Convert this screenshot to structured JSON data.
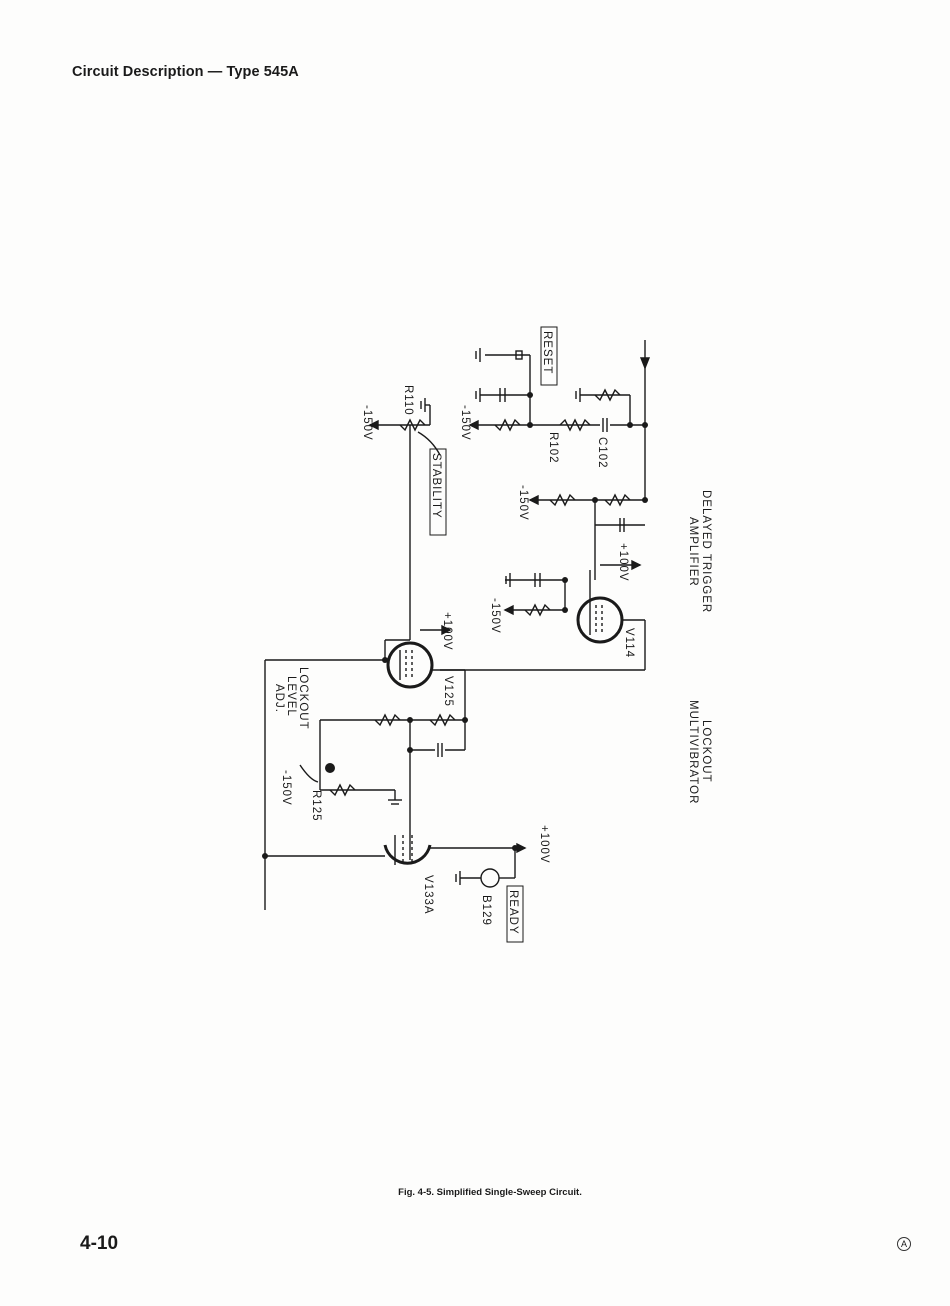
{
  "header": {
    "title": "Circuit Description — Type 545A"
  },
  "figure": {
    "caption": "Fig. 4-5. Simplified Single-Sweep Circuit.",
    "section_labels": {
      "delayed_line1": "DELAYED TRIGGER",
      "delayed_line2": "AMPLIFIER",
      "lockout_line1": "LOCKOUT",
      "lockout_line2": "MULTIVIBRATOR"
    },
    "components": {
      "reset": "RESET",
      "c102": "C102",
      "r102": "R102",
      "r110": "R110",
      "stability": "STABILITY",
      "v114": "V114",
      "v125": "V125",
      "r125": "R125",
      "v133a": "V133A",
      "b129": "B129",
      "ready": "READY",
      "lockout_adj_1": "LOCKOUT",
      "lockout_adj_2": "LEVEL",
      "lockout_adj_3": "ADJ."
    },
    "voltages": {
      "neg150_a": "-150V",
      "neg150_b": "-150V",
      "neg150_c": "-150V",
      "neg150_d": "-150V",
      "neg150_e": "-150V",
      "pos100_a": "+100V",
      "pos100_b": "+100V",
      "pos100_c": "+100V"
    }
  },
  "footer": {
    "page_number": "4-10",
    "mark": "A"
  }
}
